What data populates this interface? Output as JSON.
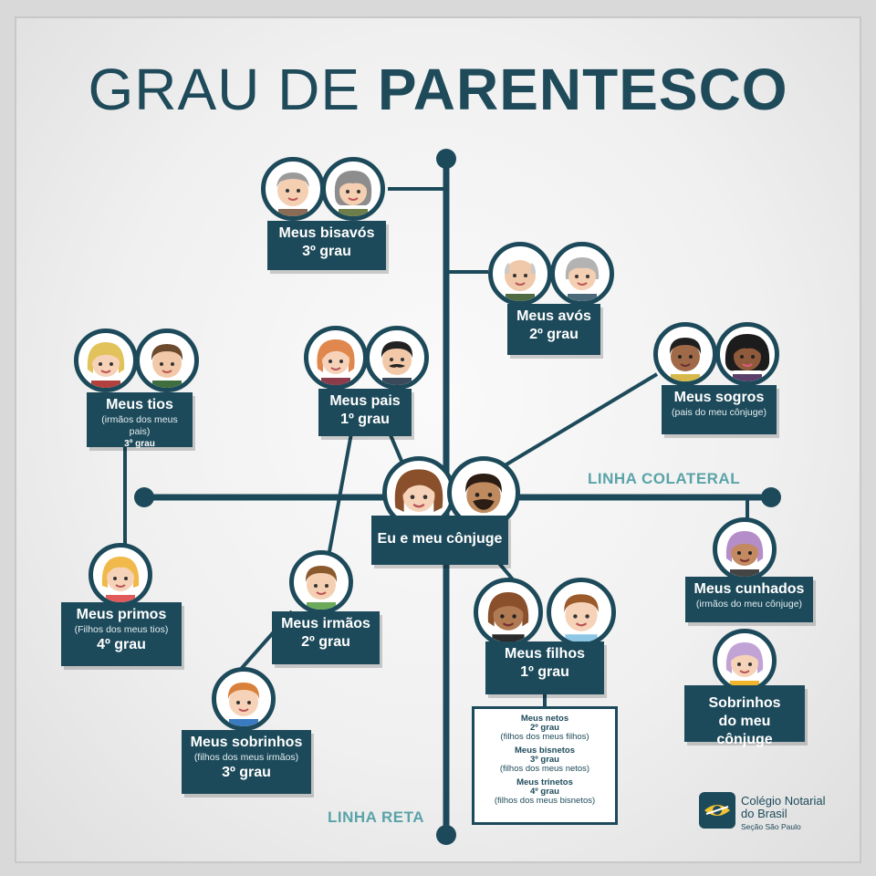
{
  "title": {
    "light": "GRAU DE ",
    "bold": "PARENTESCO"
  },
  "axes": {
    "collateral": "LINHA COLATERAL",
    "straight": "LINHA RETA"
  },
  "colors": {
    "navy": "#1d4a5a",
    "teal": "#5aa3a8",
    "background": "#f0f0f0"
  },
  "nodes": {
    "bisavos": {
      "name": "Meus bisavós",
      "grade": "3º grau"
    },
    "avos": {
      "name": "Meus avós",
      "grade": "2º grau"
    },
    "tios": {
      "name": "Meus tios",
      "sub": "(irmãos dos meus pais)",
      "grade": "3º grau"
    },
    "pais": {
      "name": "Meus pais",
      "grade": "1º grau"
    },
    "sogros": {
      "name": "Meus sogros",
      "sub": "(pais do meu cônjuge)"
    },
    "eu": {
      "name": "Eu e meu cônjuge"
    },
    "primos": {
      "name": "Meus primos",
      "sub": "(Filhos dos meus tios)",
      "grade": "4º grau"
    },
    "irmaos": {
      "name": "Meus irmãos",
      "grade": "2º grau"
    },
    "filhos": {
      "name": "Meus filhos",
      "grade": "1º grau"
    },
    "cunhados": {
      "name": "Meus cunhados",
      "sub": "(irmãos do meu cônjuge)"
    },
    "sobrinhos_conjuge": {
      "line1": "Sobrinhos",
      "line2": "do meu cônjuge"
    },
    "sobrinhos": {
      "name": "Meus sobrinhos",
      "sub": "(filhos dos meus irmãos)",
      "grade": "3º grau"
    }
  },
  "descendants": [
    {
      "title": "Meus netos",
      "grade": "2º grau",
      "sub": "(filhos dos meus filhos)"
    },
    {
      "title": "Meus bisnetos",
      "grade": "3º grau",
      "sub": "(filhos dos meus netos)"
    },
    {
      "title": "Meus trinetos",
      "grade": "4º grau",
      "sub": "(filhos dos meus bisnetos)"
    }
  ],
  "logo": {
    "line1": "Colégio Notarial",
    "line2": "do Brasil",
    "line3": "Seção São Paulo"
  }
}
